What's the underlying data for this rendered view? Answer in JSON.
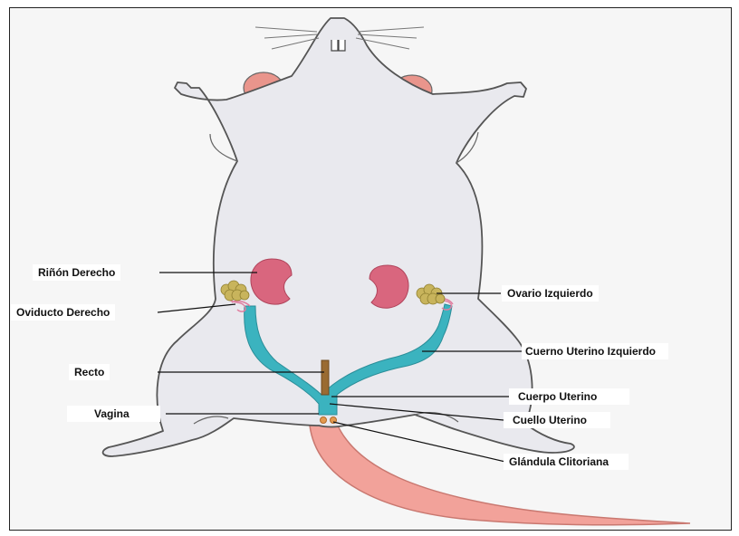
{
  "labels": {
    "rinon_derecho": "Riñón Derecho",
    "oviducto_derecho": "Oviducto Derecho",
    "recto": "Recto",
    "vagina": "Vagina",
    "ovario_izquierdo": "Ovario Izquierdo",
    "cuerno_uterino_izquierdo": "Cuerno Uterino Izquierdo",
    "cuerpo_uterino": "Cuerpo Uterino",
    "cuello_uterino": "Cuello Uterino",
    "glandula_clitoriana": "Glándula Clitoriana"
  },
  "colors": {
    "body": "#e9e9ee",
    "outline": "#555555",
    "ear": "#e9958c",
    "kidney": "#d9667e",
    "ovary": "#c8b45c",
    "uterus": "#3bb3bf",
    "tail": "#f2a29a",
    "rectum": "#9a6b32"
  }
}
